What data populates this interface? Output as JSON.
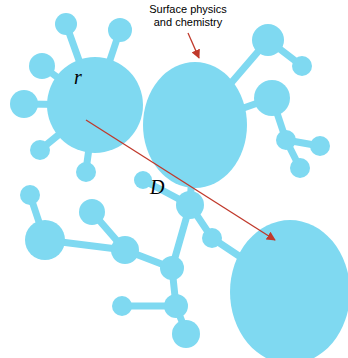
{
  "diagram": {
    "labels": [
      "Surface physics and chemistry",
      "r",
      "D"
    ]
  }
}
